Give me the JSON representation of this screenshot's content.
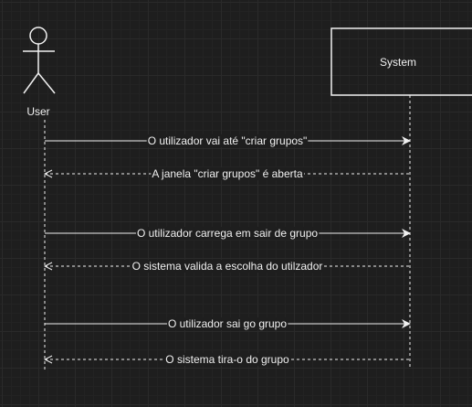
{
  "actor": {
    "label": "User",
    "icon": "stick-figure-icon"
  },
  "system": {
    "label": "System"
  },
  "messages": [
    {
      "label": "O utilizador vai até \"criar grupos\"",
      "kind": "call",
      "direction": "user-to-system"
    },
    {
      "label": "A janela \"criar grupos\" é aberta",
      "kind": "return",
      "direction": "system-to-user"
    },
    {
      "label": "O utilizador carrega em sair de grupo",
      "kind": "call",
      "direction": "user-to-system"
    },
    {
      "label": "O sistema valida a escolha do utilzador",
      "kind": "return",
      "direction": "system-to-user"
    },
    {
      "label": "O utilizador sai go grupo",
      "kind": "call",
      "direction": "user-to-system"
    },
    {
      "label": "O sistema tira-o do grupo",
      "kind": "return",
      "direction": "system-to-user"
    }
  ],
  "colors": {
    "background": "#1e1e1e",
    "stroke": "#f0f0f0",
    "text": "#f0f0f0"
  }
}
